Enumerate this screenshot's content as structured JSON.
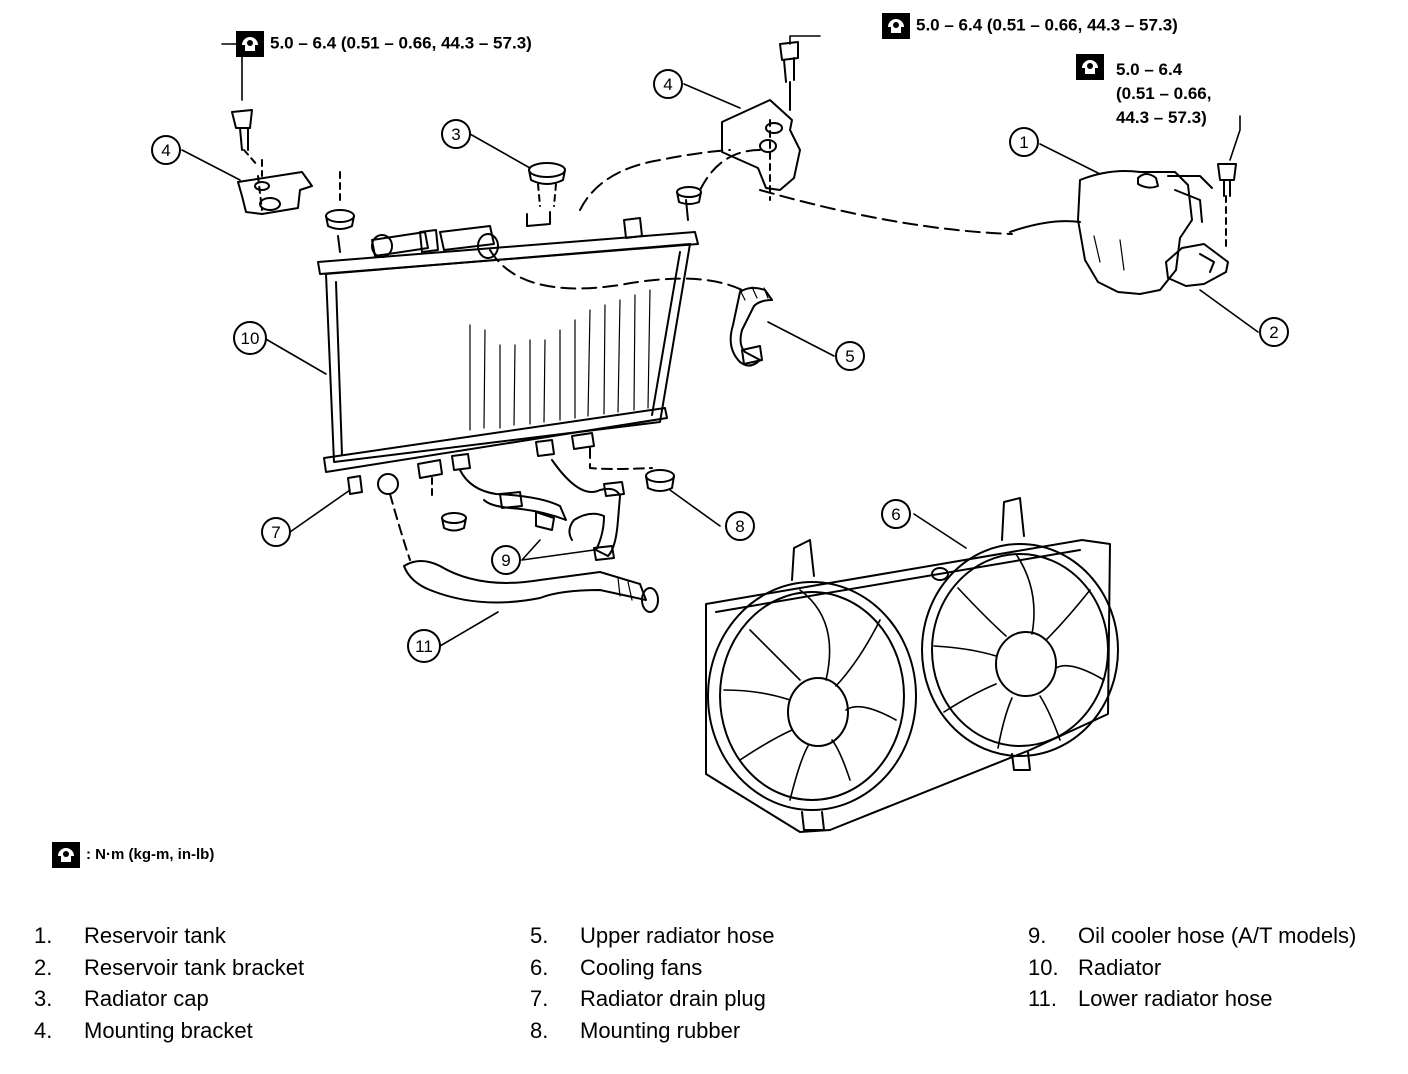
{
  "torque_specs": {
    "left_bracket": "5.0 – 6.4 (0.51 – 0.66, 44.3 – 57.3)",
    "right_bracket": "5.0 – 6.4 (0.51 – 0.66, 44.3 – 57.3)",
    "reservoir_lines": [
      "5.0 – 6.4",
      "(0.51 – 0.66,",
      "44.3 – 57.3)"
    ]
  },
  "units_key": ": N·m (kg-m, in-lb)",
  "callouts": [
    "1",
    "2",
    "3",
    "4",
    "4",
    "5",
    "6",
    "7",
    "8",
    "9",
    "10",
    "11"
  ],
  "legend": {
    "col1": [
      {
        "num": "1.",
        "label": "Reservoir tank"
      },
      {
        "num": "2.",
        "label": "Reservoir tank bracket"
      },
      {
        "num": "3.",
        "label": "Radiator cap"
      },
      {
        "num": "4.",
        "label": "Mounting bracket"
      }
    ],
    "col2": [
      {
        "num": "5.",
        "label": "Upper radiator hose"
      },
      {
        "num": "6.",
        "label": "Cooling fans"
      },
      {
        "num": "7.",
        "label": "Radiator drain plug"
      },
      {
        "num": "8.",
        "label": "Mounting rubber"
      }
    ],
    "col3": [
      {
        "num": "9.",
        "label": "Oil cooler hose (A/T models)"
      },
      {
        "num": "10.",
        "label": "Radiator"
      },
      {
        "num": "11.",
        "label": "Lower radiator hose"
      }
    ]
  },
  "icons": {
    "torque": "torque-wrench-icon"
  }
}
